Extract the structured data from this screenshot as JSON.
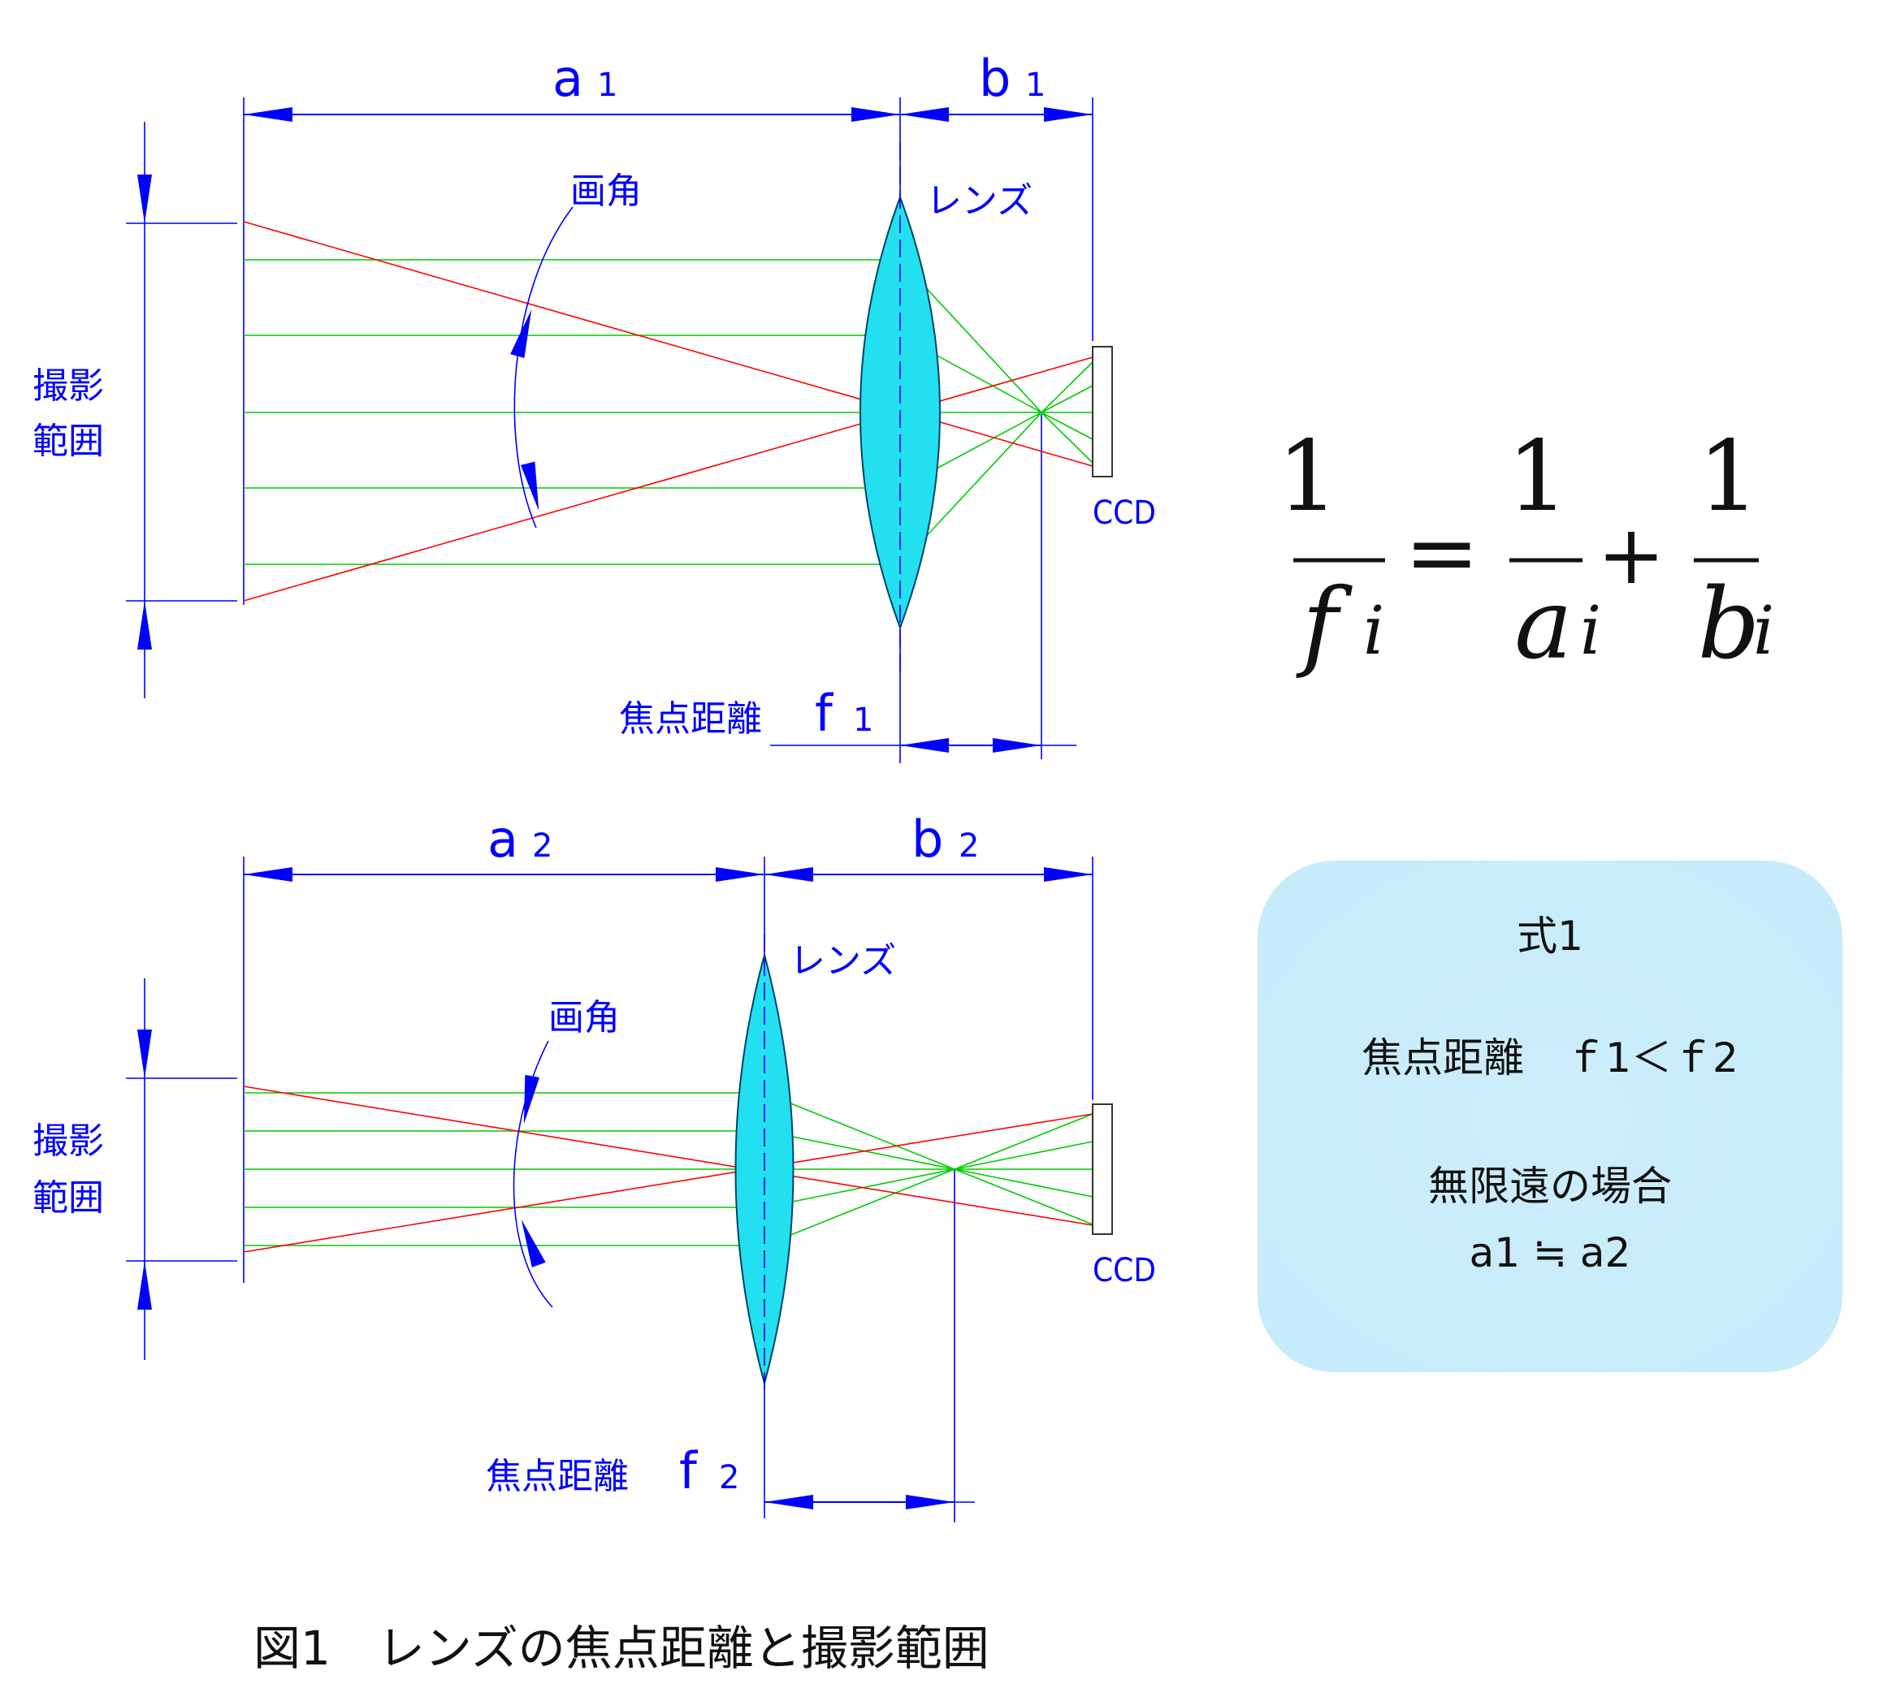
{
  "colors": {
    "dimension": "#0000ff",
    "label": "#0000ff",
    "chief_ray": "#ff0000",
    "parallel_ray": "#00cc00",
    "lens_fill": "#22e0f0",
    "lens_stroke": "#004466",
    "sensor_fill": "#ffffff",
    "box_fill": "#cdeefb",
    "text": "#111111"
  },
  "diagram_top": {
    "dim_a": "a",
    "dim_a_sub": "1",
    "dim_b": "b",
    "dim_b_sub": "1",
    "angle_label": "画角",
    "lens_label": "レンズ",
    "range_line1": "撮影",
    "range_line2": "範囲",
    "sensor_label": "CCD",
    "focal_label": "焦点距離",
    "focal_f": "f",
    "focal_sub": "1"
  },
  "diagram_bottom": {
    "dim_a": "a",
    "dim_a_sub": "2",
    "dim_b": "b",
    "dim_b_sub": "2",
    "angle_label": "画角",
    "lens_label": "レンズ",
    "range_line1": "撮影",
    "range_line2": "範囲",
    "sensor_label": "CCD",
    "focal_label": "焦点距離",
    "focal_f": "f",
    "focal_sub": "2"
  },
  "formula": {
    "one": "1",
    "f": "f",
    "a": "a",
    "b": "b",
    "i": "i",
    "equals": "=",
    "plus": "+"
  },
  "info_box": {
    "title": "式1",
    "focal_compare": "焦点距離　ｆ1＜ｆ2",
    "infinity_label": "無限遠の場合",
    "approx": "a1 ≒ a2"
  },
  "caption": "図1　レンズの焦点距離と撮影範囲"
}
